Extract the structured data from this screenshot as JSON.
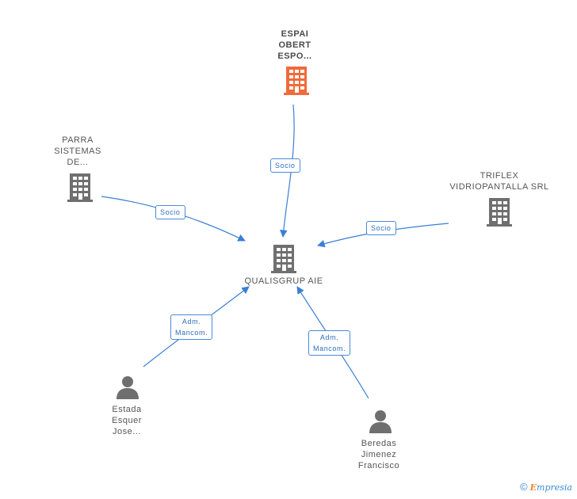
{
  "nodes": {
    "espai": {
      "label": "ESPAI\nOBERT\nESPO...",
      "icon": "building-icon",
      "color": "#f26a3a"
    },
    "parra": {
      "label": "PARRA\nSISTEMAS\nDE...",
      "icon": "building-icon",
      "color": "#6f6f6f"
    },
    "triflex": {
      "label": "TRIFLEX\nVIDRIOPANTALLA SRL",
      "icon": "building-icon",
      "color": "#6f6f6f"
    },
    "qualisgrup": {
      "label": "QUALISGRUP AIE",
      "icon": "building-icon",
      "color": "#6f6f6f"
    },
    "estada": {
      "label": "Estada\nEsquer\nJose...",
      "icon": "person-icon",
      "color": "#6f6f6f"
    },
    "beredas": {
      "label": "Beredas\nJimenez\nFrancisco",
      "icon": "person-icon",
      "color": "#6f6f6f"
    }
  },
  "edges": {
    "espai_qualisgrup": "Socio",
    "parra_qualisgrup": "Socio",
    "triflex_qualisgrup": "Socio",
    "estada_qualisgrup": "Adm.\nMancom.",
    "beredas_qualisgrup": "Adm.\nMancom."
  },
  "colors": {
    "edge": "#3a7fd5"
  },
  "footer": {
    "copyright": "©",
    "brand_first": "E",
    "brand_rest": "mpresia"
  }
}
